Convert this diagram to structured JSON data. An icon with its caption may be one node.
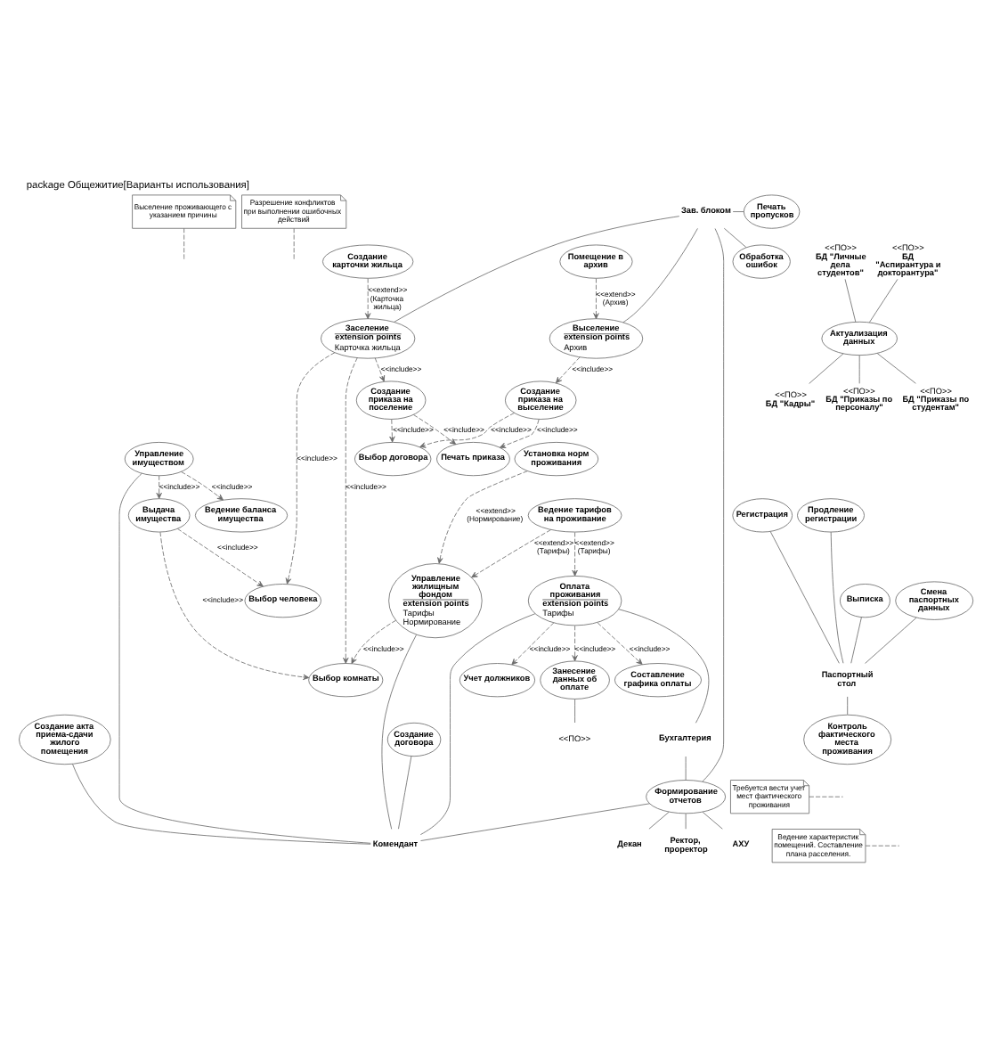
{
  "diagram": {
    "title": "package Общежитие[Варианты использования]",
    "nodes": [
      {
        "text": [
          "Выселение проживающего с указанием причины"
        ]
      },
      {
        "text": [
          "Разрешение конфликтов при выполнении ошибочных действий"
        ]
      },
      {
        "text": [
          "Печать пропусков"
        ]
      },
      {
        "text": [
          "Зав. блоком"
        ]
      },
      {
        "text": [
          "Выселение",
          "extension points",
          "Архив"
        ]
      },
      {
        "text": [
          "Создание приказа на выселение"
        ]
      },
      {
        "text": [
          "Создание приказа на поселение"
        ]
      },
      {
        "text": [
          "Заселение",
          "extension points",
          "Карточка жильца"
        ]
      },
      {
        "text": [
          "Обработка ошибок"
        ]
      },
      {
        "text": [
          "Помещение в архив"
        ]
      },
      {
        "text": [
          "Печать приказа"
        ]
      },
      {
        "text": [
          "Создание карточки жильца"
        ]
      },
      {
        "text": [
          "Выбор договора"
        ]
      },
      {
        "text": [
          "Выбор человека"
        ]
      },
      {
        "text": [
          "<<ПО>>",
          "БД \"Личные дела студентов\""
        ]
      },
      {
        "text": [
          "<<ПО>>",
          "БД \"Аспирантура и докторантура\""
        ]
      },
      {
        "text": [
          "Актуализация данных"
        ]
      },
      {
        "text": [
          "<<ПО>>",
          "БД \"Кадры\""
        ]
      },
      {
        "text": [
          "Выбор комнаты"
        ]
      },
      {
        "text": [
          "Выдача имущества"
        ]
      },
      {
        "text": [
          "<<ПО>>",
          "БД \"Приказы по персоналу\""
        ]
      },
      {
        "text": [
          "<<ПО>>",
          "БД \"Приказы по студентам\""
        ]
      },
      {
        "text": [
          "Занесение данных об оплате"
        ]
      },
      {
        "text": [
          "Установка норм проживания"
        ]
      },
      {
        "text": [
          "Составление графика оплаты"
        ]
      },
      {
        "text": [
          "Учет должников"
        ]
      },
      {
        "text": [
          "Ведение баланса имущества"
        ]
      },
      {
        "text": [
          "Ведение тарифов на проживание"
        ]
      },
      {
        "text": [
          "Регистрация"
        ]
      },
      {
        "text": [
          "Продление регистрации"
        ]
      },
      {
        "text": [
          "<<ПО>>"
        ]
      },
      {
        "text": [
          "Выписка"
        ]
      },
      {
        "text": [
          "Паспортный стол"
        ]
      },
      {
        "text": [
          "Смена паспортных данных"
        ]
      },
      {
        "text": [
          "Бухгалтерия"
        ]
      },
      {
        "text": [
          "Оплата проживания",
          "extension points",
          "Тарифы"
        ]
      },
      {
        "text": [
          "Управление жилищным фондом",
          "extension points",
          "Тарифы",
          "Нормирование"
        ]
      },
      {
        "text": [
          "Контроль фактического места проживания"
        ]
      },
      {
        "text": [
          "Требуется вести учет мест фактического проживания"
        ]
      },
      {
        "text": [
          "Создание акта приема-сдачи жилого помещения"
        ]
      },
      {
        "text": [
          "Управление имуществом"
        ]
      },
      {
        "text": [
          "Создание договора"
        ]
      },
      {
        "text": [
          "Формирование отчетов"
        ]
      },
      {
        "text": [
          "Комендант"
        ]
      },
      {
        "text": [
          "Ведение характеристик помещений. Составление плана расселения."
        ]
      },
      {
        "text": [
          "Ректор, проректор"
        ]
      },
      {
        "text": [
          "АХУ"
        ]
      },
      {
        "text": [
          "Декан"
        ]
      }
    ],
    "edges": [
      {
        "from": 0,
        "to": null,
        "arrow": "none",
        "style": "dashed"
      },
      {
        "from": 1,
        "to": null,
        "arrow": "none",
        "style": "dashed"
      },
      {
        "from": 3,
        "to": 2,
        "arrow": "none"
      },
      {
        "from": 3,
        "to": 4,
        "arrow": "none"
      },
      {
        "from": 3,
        "to": 8,
        "arrow": "none"
      },
      {
        "from": 3,
        "to": 7,
        "arrow": "none"
      },
      {
        "from": 3,
        "to": 42,
        "arrow": "none"
      },
      {
        "from": 4,
        "to": 5,
        "arrow": "to",
        "style": "dashed",
        "label": "<<include>>"
      },
      {
        "from": 9,
        "to": 4,
        "arrow": "to",
        "style": "dashed",
        "label": "<<extend>> (Архив)"
      },
      {
        "from": 5,
        "to": 10,
        "arrow": "to",
        "style": "dashed",
        "label": "<<include>>"
      },
      {
        "from": 6,
        "to": 10,
        "arrow": "to",
        "style": "dashed",
        "label": "<<include>>"
      },
      {
        "from": 5,
        "to": 12,
        "arrow": "to",
        "style": "dashed",
        "label": "<<include>>"
      },
      {
        "from": 6,
        "to": 12,
        "arrow": "to",
        "style": "dashed",
        "label": "<<include>>"
      },
      {
        "from": 7,
        "to": 6,
        "arrow": "to",
        "style": "dashed",
        "label": "<<include>>"
      },
      {
        "from": 11,
        "to": 7,
        "arrow": "to",
        "style": "dashed",
        "label": "<<extend>> (Карточка жильца)"
      },
      {
        "from": 7,
        "to": 13,
        "arrow": "to",
        "style": "dashed",
        "label": "<<include>>"
      },
      {
        "from": 7,
        "to": 18,
        "arrow": "to",
        "style": "dashed",
        "label": "<<include>>"
      },
      {
        "from": 19,
        "to": 13,
        "arrow": "to",
        "style": "dashed",
        "label": "<<include>>"
      },
      {
        "from": 19,
        "to": 18,
        "arrow": "to",
        "style": "dashed",
        "label": "<<include>>"
      },
      {
        "from": 14,
        "to": 16,
        "arrow": "none"
      },
      {
        "from": 15,
        "to": 16,
        "arrow": "none"
      },
      {
        "from": 16,
        "to": 17,
        "arrow": "none"
      },
      {
        "from": 16,
        "to": 20,
        "arrow": "none"
      },
      {
        "from": 16,
        "to": 21,
        "arrow": "none"
      },
      {
        "from": 22,
        "to": 30,
        "arrow": "none"
      },
      {
        "from": 35,
        "to": 22,
        "arrow": "to",
        "style": "dashed",
        "label": "<<include>>"
      },
      {
        "from": 35,
        "to": 24,
        "arrow": "to",
        "style": "dashed",
        "label": "<<include>>"
      },
      {
        "from": 35,
        "to": 25,
        "arrow": "to",
        "style": "dashed",
        "label": "<<include>>"
      },
      {
        "from": 27,
        "to": 35,
        "arrow": "to",
        "style": "dashed",
        "label": "<<extend>> (Тарифы)"
      },
      {
        "from": 27,
        "to": 36,
        "arrow": "to",
        "style": "dashed",
        "label": "<<extend>> (Тарифы)"
      },
      {
        "from": 23,
        "to": 36,
        "arrow": "to",
        "style": "dashed",
        "label": "<<extend>> (Нормирование)"
      },
      {
        "from": 36,
        "to": 18,
        "arrow": "to",
        "style": "dashed",
        "label": "<<include>>"
      },
      {
        "from": 40,
        "to": 19,
        "arrow": "to",
        "style": "dashed",
        "label": "<<include>>"
      },
      {
        "from": 40,
        "to": 26,
        "arrow": "to",
        "style": "dashed",
        "label": "<<include>>"
      },
      {
        "from": 35,
        "to": 34,
        "arrow": "none"
      },
      {
        "from": 34,
        "to": 42,
        "arrow": "none"
      },
      {
        "from": 35,
        "to": 43,
        "arrow": "none"
      },
      {
        "from": 36,
        "to": 43,
        "arrow": "none"
      },
      {
        "from": 39,
        "to": 43,
        "arrow": "none"
      },
      {
        "from": 41,
        "to": 43,
        "arrow": "none"
      },
      {
        "from": 40,
        "to": 43,
        "arrow": "none"
      },
      {
        "from": 42,
        "to": 43,
        "arrow": "none"
      },
      {
        "from": 28,
        "to": 32,
        "arrow": "none"
      },
      {
        "from": 29,
        "to": 32,
        "arrow": "none"
      },
      {
        "from": 31,
        "to": 32,
        "arrow": "none"
      },
      {
        "from": 33,
        "to": 32,
        "arrow": "none"
      },
      {
        "from": 32,
        "to": 37,
        "arrow": "none"
      },
      {
        "from": 38,
        "to": null,
        "arrow": "none",
        "style": "dashed"
      },
      {
        "from": 44,
        "to": null,
        "arrow": "none",
        "style": "dashed"
      },
      {
        "from": 42,
        "to": 45,
        "arrow": "none"
      },
      {
        "from": 42,
        "to": 46,
        "arrow": "none"
      },
      {
        "from": 42,
        "to": 47,
        "arrow": "none"
      }
    ]
  }
}
